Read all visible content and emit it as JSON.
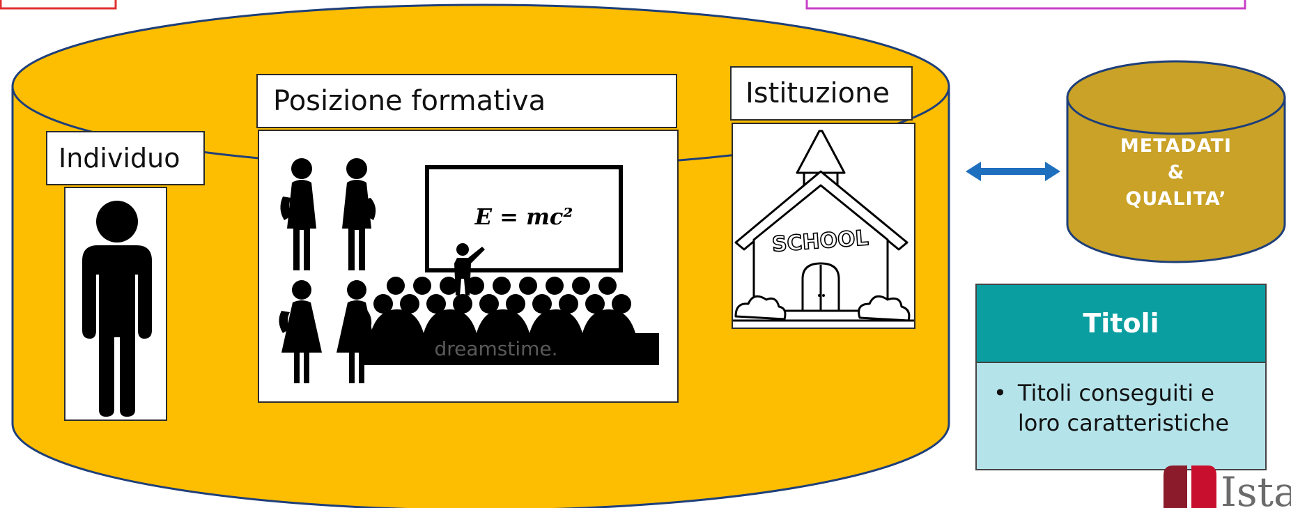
{
  "labels": {
    "individuo": "Individuo",
    "posizione": "Posizione formativa",
    "istituzione": "Istituzione"
  },
  "formula": "E = mc²",
  "watermark": "dreamstime.",
  "school_sign": "SCHOOL",
  "metadati": {
    "line1": "METADATI",
    "line2": "&",
    "line3": "QUALITA’"
  },
  "titoli": {
    "title": "Titoli",
    "bullet": "•",
    "item_line1": "Titoli conseguiti e",
    "item_line2": "loro caratteristiche"
  },
  "logo": {
    "text": "Istat"
  },
  "colors": {
    "cylinder": "#FDBD00",
    "metadati_cylinder": "#C9A227",
    "arrow": "#1F6FBF",
    "titoli_header": "#0B9EA1",
    "titoli_body": "#B5E3EA",
    "istat_red": "#C8102E",
    "frame_red": "#E03030",
    "frame_magenta": "#C840C8"
  }
}
